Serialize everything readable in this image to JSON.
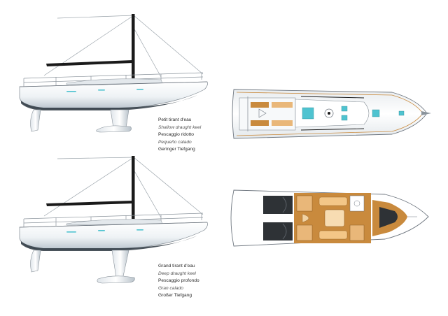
{
  "colors": {
    "hull_top": "#ffffff",
    "hull_bottom": "#c9d3db",
    "boot_stripe": "#1f2a33",
    "accent_teal": "#4fc3d0",
    "mast": "#1a1a1a",
    "deck": "#f3f5f6",
    "wood": "#c98a3d",
    "wood_light": "#e9b779",
    "cushion": "#2e3236",
    "outline": "#6f7780"
  },
  "captions": {
    "shallow": {
      "fr": "Petit tirant d'eau",
      "en": "Shallow draught keel",
      "it": "Pescaggio ridotto",
      "es": "Pequeño calado",
      "de": "Geringer Tiefgang"
    },
    "deep": {
      "fr": "Grand tirant d'eau",
      "en": "Deep draught keel",
      "it": "Pescaggio profondo",
      "es": "Gran calado",
      "de": "Großer Tiefgang"
    }
  }
}
